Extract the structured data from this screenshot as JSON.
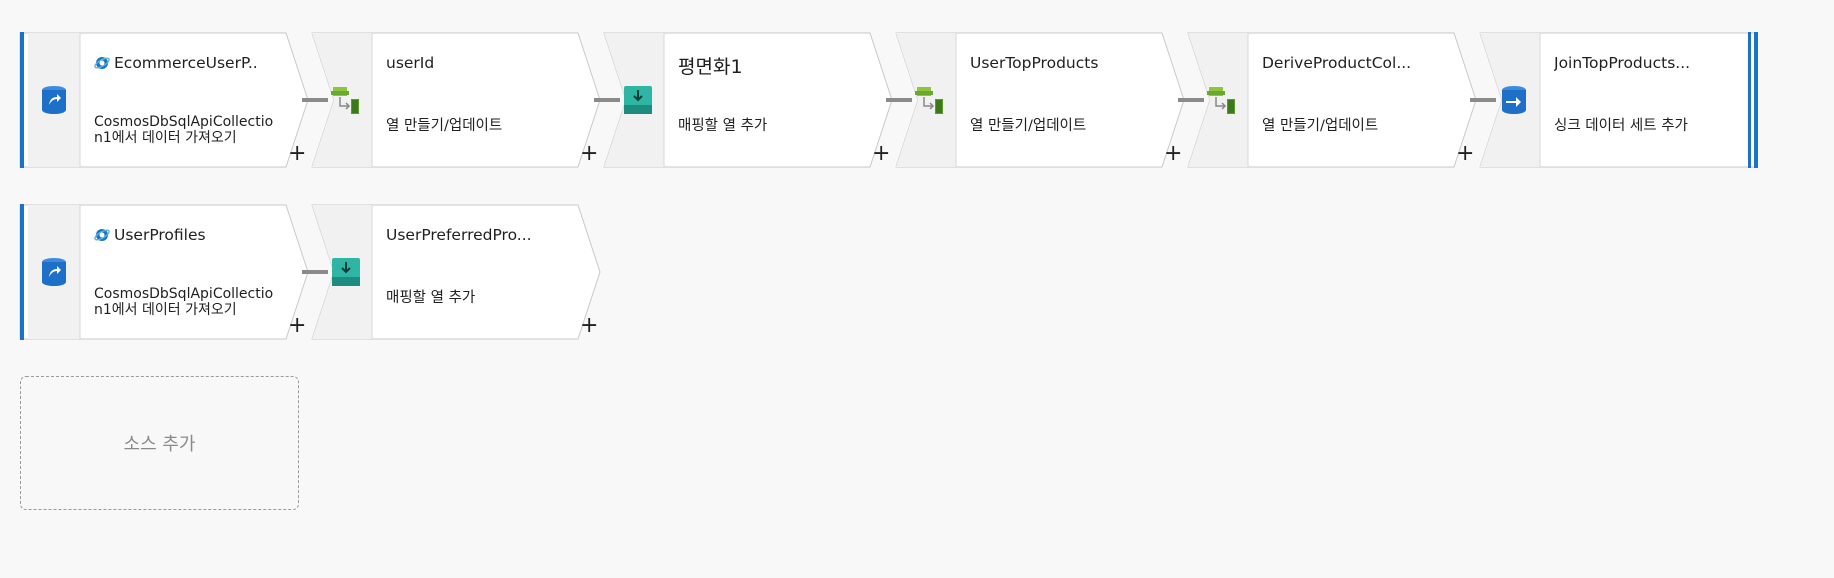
{
  "streams": [
    {
      "nodes": [
        {
          "type": "source",
          "title": "EcommerceUserP..",
          "desc": "CosmosDbSqlApiCollection1에서 데이터 가져오기",
          "title_icon": "cosmos-db-icon",
          "icon": "source-icon"
        },
        {
          "type": "derive",
          "title": "userId",
          "desc": "열 만들기/업데이트",
          "icon": "derived-column-icon"
        },
        {
          "type": "flatten",
          "title": "평면화1",
          "desc": "매핑할 열 추가",
          "icon": "flatten-icon"
        },
        {
          "type": "derive",
          "title": "UserTopProducts",
          "desc": "열 만들기/업데이트",
          "icon": "derived-column-icon"
        },
        {
          "type": "derive",
          "title": "DeriveProductCol...",
          "desc": "열 만들기/업데이트",
          "icon": "derived-column-icon"
        },
        {
          "type": "sink",
          "title": "JoinTopProducts...",
          "desc": "싱크 데이터 세트 추가",
          "icon": "sink-icon"
        }
      ]
    },
    {
      "nodes": [
        {
          "type": "source",
          "title": "UserProfiles",
          "desc": "CosmosDbSqlApiCollection1에서 데이터 가져오기",
          "title_icon": "cosmos-db-icon",
          "icon": "source-icon"
        },
        {
          "type": "flatten",
          "title": "UserPreferredPro...",
          "desc": "매핑할 열 추가",
          "icon": "flatten-icon"
        }
      ]
    }
  ],
  "plus_label": "+",
  "add_source_label": "소스 추가",
  "colors": {
    "accent": "#1a73c9",
    "icon_bg": "#f1f1f1",
    "border": "#c9c9c9"
  }
}
